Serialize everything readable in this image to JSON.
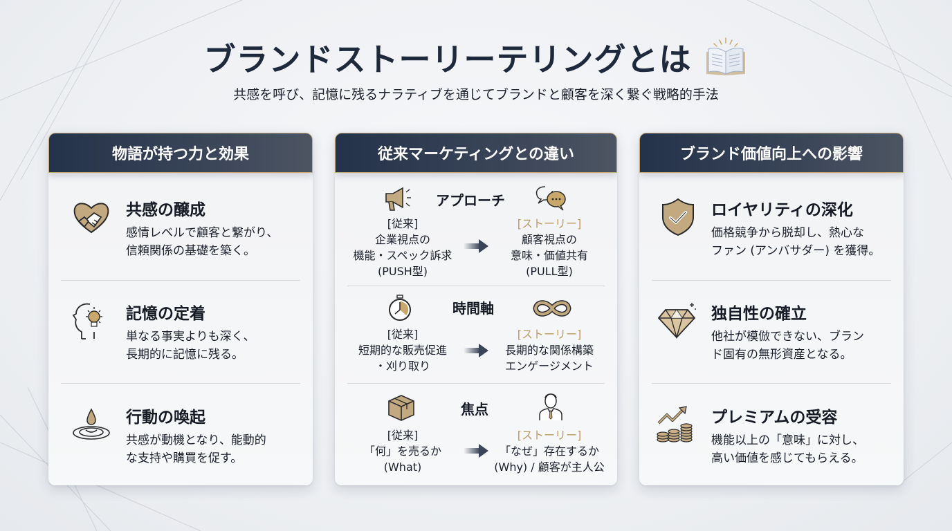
{
  "header": {
    "title": "ブランドストーリーテリングとは",
    "title_icon": "open-book-icon",
    "subtitle": "共感を呼び、記憶に残るナラティブを通じてブランドと顧客を深く繋ぐ戦略的手法"
  },
  "colors": {
    "navy": "#24324a",
    "slate": "#4d5562",
    "gold": "#b89a66",
    "text": "#1a1f2b",
    "background": "#eef0f3"
  },
  "cards": [
    {
      "title": "物語が持つ力と効果",
      "items": [
        {
          "icon": "handshake-heart-icon",
          "title": "共感の醸成",
          "desc_lines": [
            "感情レベルで顧客と繋がり、",
            "信頼関係の基礎を築く。"
          ]
        },
        {
          "icon": "head-lightbulb-icon",
          "title": "記憶の定着",
          "desc_lines": [
            "単なる事実よりも深く、",
            "長期的に記憶に残る。"
          ]
        },
        {
          "icon": "water-drop-ripple-icon",
          "title": "行動の喚起",
          "desc_lines": [
            "共感が動機となり、能動的",
            "な支持や購買を促す。"
          ]
        }
      ]
    },
    {
      "title": "従来マーケティングとの違い",
      "comparisons": [
        {
          "label": "アプローチ",
          "left_icon": "megaphone-icon",
          "right_icon": "speech-bubbles-icon",
          "old_tag": "[従来]",
          "old_lines": [
            "企業視点の",
            "機能・スペック訴求",
            "(PUSH型)"
          ],
          "story_tag": "[ストーリー]",
          "story_lines": [
            "顧客視点の",
            "意味・価値共有",
            "(PULL型)"
          ]
        },
        {
          "label": "時間軸",
          "left_icon": "stopwatch-icon",
          "right_icon": "infinity-icon",
          "old_tag": "[従来]",
          "old_lines": [
            "短期的な販売促進",
            "・刈り取り"
          ],
          "story_tag": "[ストーリー]",
          "story_lines": [
            "長期的な関係構築",
            "エンゲージメント"
          ]
        },
        {
          "label": "焦点",
          "left_icon": "package-box-icon",
          "right_icon": "person-icon",
          "old_tag": "[従来]",
          "old_lines": [
            "「何」を売るか",
            "(What)"
          ],
          "story_tag": "[ストーリー]",
          "story_lines": [
            "「なぜ」存在するか",
            "(Why) / 顧客が主人公"
          ]
        }
      ]
    },
    {
      "title": "ブランド価値向上への影響",
      "items": [
        {
          "icon": "shield-check-icon",
          "title": "ロイヤリティの深化",
          "desc_lines": [
            "価格競争から脱却し、熱心な",
            "ファン (アンバサダー) を獲得。"
          ]
        },
        {
          "icon": "diamond-icon",
          "title": "独自性の確立",
          "desc_lines": [
            "他社が模倣できない、ブラン",
            "ド固有の無形資産となる。"
          ]
        },
        {
          "icon": "coins-growth-icon",
          "title": "プレミアムの受容",
          "desc_lines": [
            "機能以上の「意味」に対し、",
            "高い価値を感じてもらえる。"
          ]
        }
      ]
    }
  ]
}
